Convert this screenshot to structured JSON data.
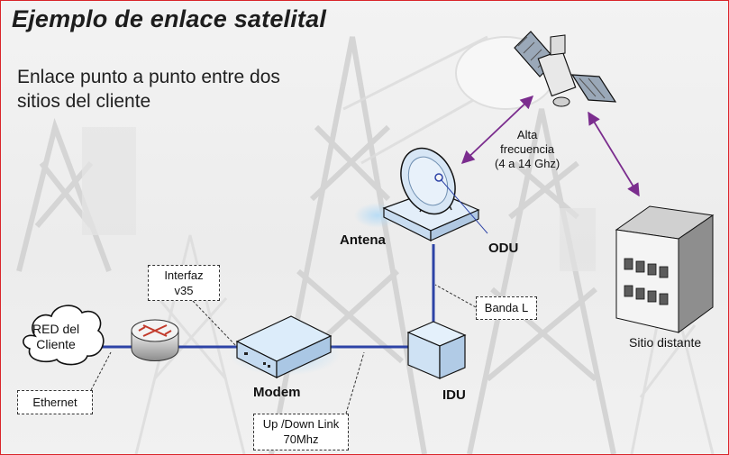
{
  "slide": {
    "title": "Ejemplo de enlace satelital",
    "subtitle_lines": [
      "Enlace punto a punto entre dos",
      "sitios del cliente"
    ]
  },
  "nodes": {
    "cloud": [
      "RED del",
      "Cliente"
    ],
    "antena": "Antena",
    "odu": "ODU",
    "modem": "Modem",
    "idu": "IDU",
    "sitio": "Sitio distante"
  },
  "callouts": {
    "interfaz": [
      "Interfaz",
      "v35"
    ],
    "ethernet": "Ethernet",
    "banda": "Banda L",
    "updown": [
      "Up /Down Link",
      "70Mhz"
    ]
  },
  "link": {
    "freq_lines": [
      "Alta",
      "frecuencia",
      "(4 a 14 Ghz)"
    ]
  },
  "colors": {
    "cable": "#2d43a6",
    "arrow": "#7b2d8e",
    "device": "#dbe9f8",
    "frame": "#d9252a"
  }
}
